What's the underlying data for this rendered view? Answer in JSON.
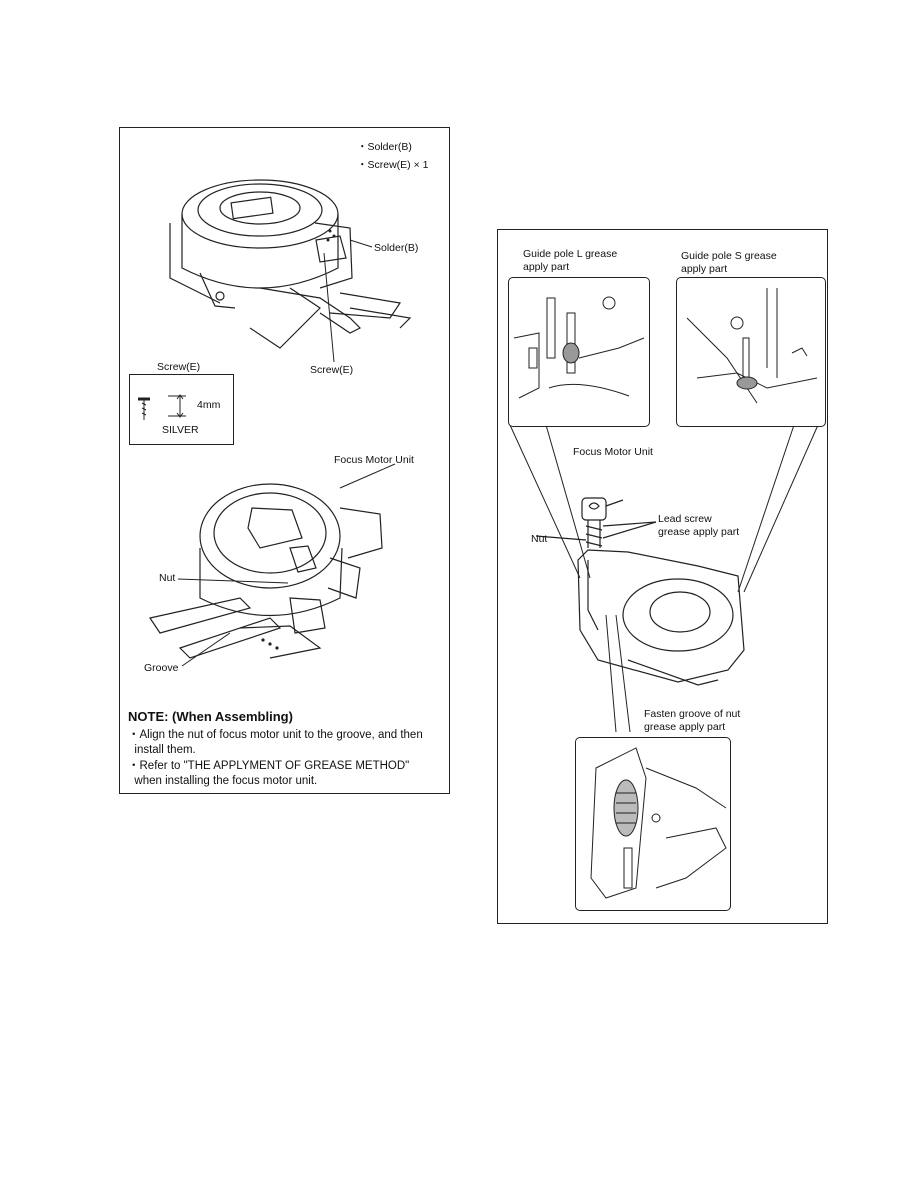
{
  "left_panel": {
    "legend": [
      "・Solder(B)",
      "・Screw(E) × 1"
    ],
    "label_solder": "Solder(B)",
    "label_screw": "Screw(E)",
    "screw_box": {
      "title": "Screw(E)",
      "size": "4mm",
      "color": "SILVER"
    },
    "label_focus_motor": "Focus Motor Unit",
    "label_nut": "Nut",
    "label_groove": "Groove",
    "note": {
      "title": "NOTE: (When Assembling)",
      "items": [
        "・Align the nut of focus motor unit to the groove, and then",
        "  install them.",
        "・Refer to \"THE APPLYMENT OF GREASE METHOD\"",
        "  when installing the focus motor unit."
      ]
    }
  },
  "right_panel": {
    "guide_l": [
      "Guide pole L grease",
      "apply part"
    ],
    "guide_s": [
      "Guide pole S grease",
      "apply part"
    ],
    "label_focus_motor": "Focus Motor Unit",
    "lead_screw": [
      "Lead screw",
      "grease apply part"
    ],
    "label_nut": "Nut",
    "fasten_groove": [
      "Fasten groove of nut",
      "grease apply part"
    ]
  }
}
